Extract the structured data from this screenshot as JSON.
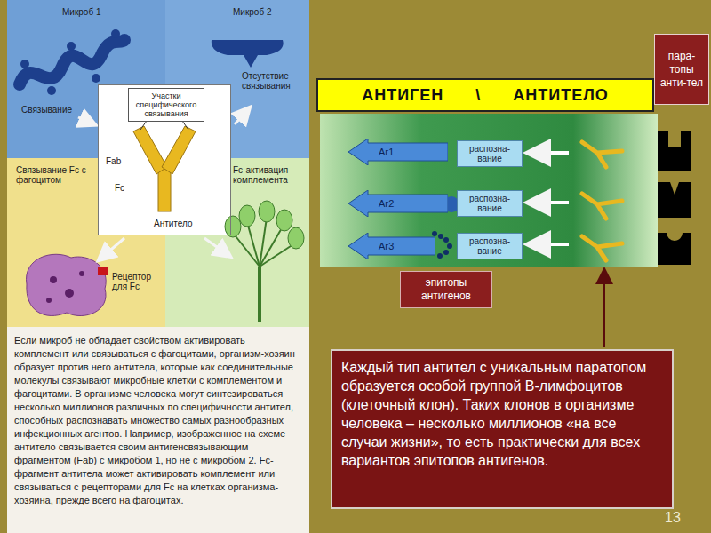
{
  "diagram": {
    "nodes": [
      {
        "text": [
          "Fab",
          "Fc",
          "Антитело"
        ]
      },
      {
        "text": [
          "Участки специфического связывания"
        ],
        "in": 0
      },
      {
        "text": [
          "Если микроб не обладает свойством активировать комплемент или связываться с фагоцитами, организм-хозяин образует против него антитела, которые как соединительные молекулы связывают микробные клетки с комплементом и фагоцитами. В организме человека могут синтезироваться несколько миллионов различных по специфичности антител, способных распознавать множество самых разнообразных инфекционных агентов. Например, изображенное на схеме антитело связывается своим антигенсвязывающим фрагментом (Fab) с микробом 1, но не с микробом 2. Fc-фрагмент антитела может активировать комплемент или связываться с рецепторами для Fc на клетках организма-хозяина, прежде всего на фагоцитах."
        ]
      },
      {
        "text": [
          "пара-топы анти-тел"
        ]
      },
      {
        "text": [
          "АНТИГЕН \\ АНТИТЕЛО"
        ]
      },
      {
        "text": [
          "Аг1"
        ]
      },
      {
        "text": [
          "распозна-вание"
        ]
      },
      {
        "text": [
          "Аг2"
        ]
      },
      {
        "text": [
          "распозна-вание"
        ]
      },
      {
        "text": [
          "Аг3"
        ]
      },
      {
        "text": [
          "распозна-вание"
        ]
      },
      {
        "text": [
          "эпитопы антигенов"
        ]
      },
      {
        "text": [
          "Каждый тип антител с уникальным паратопом образуется особой группой В-лимфоцитов (клеточный клон). Таких клонов в организме человека – несколько миллионов «на все случаи жизни», то есть практически для всех вариантов эпитопов антигенов."
        ]
      }
    ],
    "labels": [
      "Микроб 1",
      "Микроб 2",
      "Связывание",
      "Отсутствие связывания",
      "Связывание Fc с фагоцитом",
      "Fc-активация комплемента",
      "Рецептор для Fc",
      "13"
    ]
  }
}
